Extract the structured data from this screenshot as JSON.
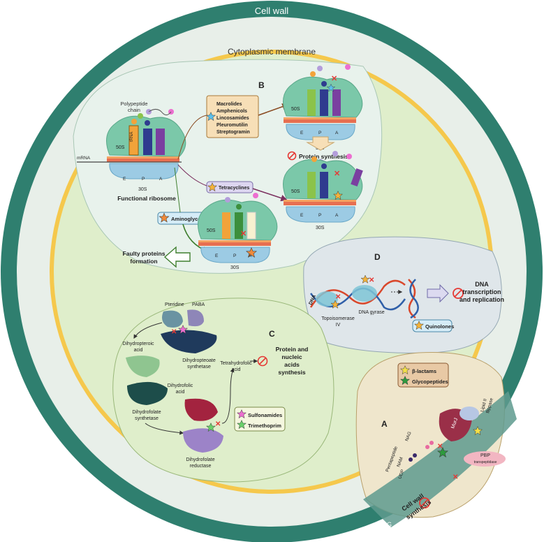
{
  "titles": {
    "cell_wall": "Cell wall",
    "membrane": "Cytoplasmic membrane"
  },
  "panels": {
    "A": "A",
    "B": "B",
    "C": "C",
    "D": "D"
  },
  "ribosome": {
    "polypeptide": [
      "Polypeptide",
      "chain"
    ],
    "large": "50S",
    "small": "30S",
    "trna": "tRNA",
    "mrna": "mRNA",
    "sites": [
      "E",
      "P",
      "A"
    ],
    "functional": "Functional ribosome"
  },
  "drugs_b": {
    "group1": [
      "Macrolides",
      "Amphenicols",
      "Lincosamides",
      "Pleuromutilin",
      "Streptogramin"
    ],
    "tetracyclines": "Tetracyclines",
    "aminoglycosides": "Aminoglycosides",
    "protein_synthesis": "Protein synthesis",
    "faulty": [
      "Faulty proteins",
      "formation"
    ]
  },
  "panel_c": {
    "pteridine": "Pteridine",
    "paba": "PABA",
    "dihydropteroic": [
      "Dihydropteroic",
      "acid"
    ],
    "dhps": [
      "Dihydropteoate",
      "synthetase"
    ],
    "dhfs": [
      "Dihydrofolate",
      "synthetase"
    ],
    "dihydrofolic": [
      "Dihydrofolic",
      "acid"
    ],
    "tetrahydrofolic": [
      "Tetrahydrofolic",
      "acid"
    ],
    "dhfr": [
      "Dihydrofolate",
      "reductase"
    ],
    "outcome": [
      "Protein  and",
      "nucleic",
      "acids",
      "synthesis"
    ],
    "sulfonamides": "Sulfonamides",
    "trimethoprim": "Trimethoprim"
  },
  "panel_d": {
    "dna": "DNA",
    "topo": [
      "Topoisomerase",
      "IV"
    ],
    "gyrase": "DNA gyrase",
    "outcome": [
      "DNA",
      "transcription",
      "and replication"
    ],
    "quinolones": "Quinolones"
  },
  "panel_a": {
    "beta_lactams": "β-lactams",
    "glycopeptides": "Glycopeptides",
    "lipid2": [
      "Lipid II",
      "flippase"
    ],
    "nag": "NAG",
    "pentapeptide": "Pentapeptide",
    "nam": "NAM",
    "udp": "UDP",
    "murj": "MurJ",
    "pbp": "PBP",
    "transpeptidase": "transpeptidase",
    "outcome": [
      "Cell wall",
      "synthesis"
    ],
    "pg": "PG"
  },
  "colors": {
    "wall": "#2f7f6f",
    "wall_inner": "#e8efe9",
    "membrane": "#f5c84c",
    "cytoplasm": "#dfeecb",
    "panel_b": "#e8f2ec",
    "panel_d": "#dfe6ea",
    "ribosome_cap": "#7bc8a9",
    "ribosome_base": "#9ccbe4",
    "inhibit": "#e53935"
  }
}
